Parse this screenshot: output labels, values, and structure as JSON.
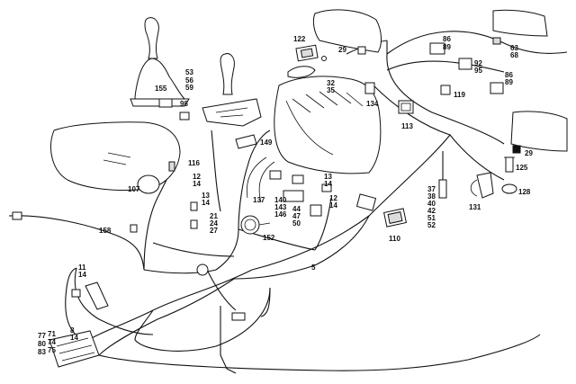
{
  "callouts": [
    {
      "id": "c122",
      "text": "122"
    },
    {
      "id": "c29a",
      "text": "29"
    },
    {
      "id": "c86a",
      "text": "86"
    },
    {
      "id": "c89a",
      "text": "89"
    },
    {
      "id": "c63",
      "text": "63"
    },
    {
      "id": "c68",
      "text": "68"
    },
    {
      "id": "c92",
      "text": "92"
    },
    {
      "id": "c95",
      "text": "95"
    },
    {
      "id": "c86b",
      "text": "86"
    },
    {
      "id": "c89b",
      "text": "89"
    },
    {
      "id": "c53",
      "text": "53"
    },
    {
      "id": "c56",
      "text": "56"
    },
    {
      "id": "c59",
      "text": "59"
    },
    {
      "id": "c155",
      "text": "155"
    },
    {
      "id": "c98",
      "text": "98"
    },
    {
      "id": "c32",
      "text": "32"
    },
    {
      "id": "c35",
      "text": "35"
    },
    {
      "id": "c134",
      "text": "134"
    },
    {
      "id": "c119",
      "text": "119"
    },
    {
      "id": "c113",
      "text": "113"
    },
    {
      "id": "c149",
      "text": "149"
    },
    {
      "id": "c116",
      "text": "116"
    },
    {
      "id": "c29b",
      "text": "29"
    },
    {
      "id": "c125",
      "text": "125"
    },
    {
      "id": "c107",
      "text": "107"
    },
    {
      "id": "c12a",
      "text": "12"
    },
    {
      "id": "c14a",
      "text": "14"
    },
    {
      "id": "c13a",
      "text": "13"
    },
    {
      "id": "c14b",
      "text": "14"
    },
    {
      "id": "c13b",
      "text": "13"
    },
    {
      "id": "c14c",
      "text": "14"
    },
    {
      "id": "c12b",
      "text": "12"
    },
    {
      "id": "c14d",
      "text": "14"
    },
    {
      "id": "c128",
      "text": "128"
    },
    {
      "id": "c137",
      "text": "137"
    },
    {
      "id": "c140",
      "text": "140"
    },
    {
      "id": "c143",
      "text": "143"
    },
    {
      "id": "c146",
      "text": "146"
    },
    {
      "id": "c44",
      "text": "44"
    },
    {
      "id": "c47",
      "text": "47"
    },
    {
      "id": "c50",
      "text": "50"
    },
    {
      "id": "c37",
      "text": "37"
    },
    {
      "id": "c38",
      "text": "38"
    },
    {
      "id": "c40",
      "text": "40"
    },
    {
      "id": "c42",
      "text": "42"
    },
    {
      "id": "c51",
      "text": "51"
    },
    {
      "id": "c52",
      "text": "52"
    },
    {
      "id": "c131",
      "text": "131"
    },
    {
      "id": "c21",
      "text": "21"
    },
    {
      "id": "c24",
      "text": "24"
    },
    {
      "id": "c27",
      "text": "27"
    },
    {
      "id": "c158",
      "text": "158"
    },
    {
      "id": "c152",
      "text": "152"
    },
    {
      "id": "c110",
      "text": "110"
    },
    {
      "id": "c5",
      "text": "5"
    },
    {
      "id": "c11",
      "text": "11"
    },
    {
      "id": "c14e",
      "text": "14"
    },
    {
      "id": "c8",
      "text": "8"
    },
    {
      "id": "c14f",
      "text": "14"
    },
    {
      "id": "c77",
      "text": "77"
    },
    {
      "id": "c71",
      "text": "71"
    },
    {
      "id": "c80",
      "text": "80"
    },
    {
      "id": "c74",
      "text": "74"
    },
    {
      "id": "c83",
      "text": "83"
    },
    {
      "id": "c75",
      "text": "75"
    }
  ]
}
